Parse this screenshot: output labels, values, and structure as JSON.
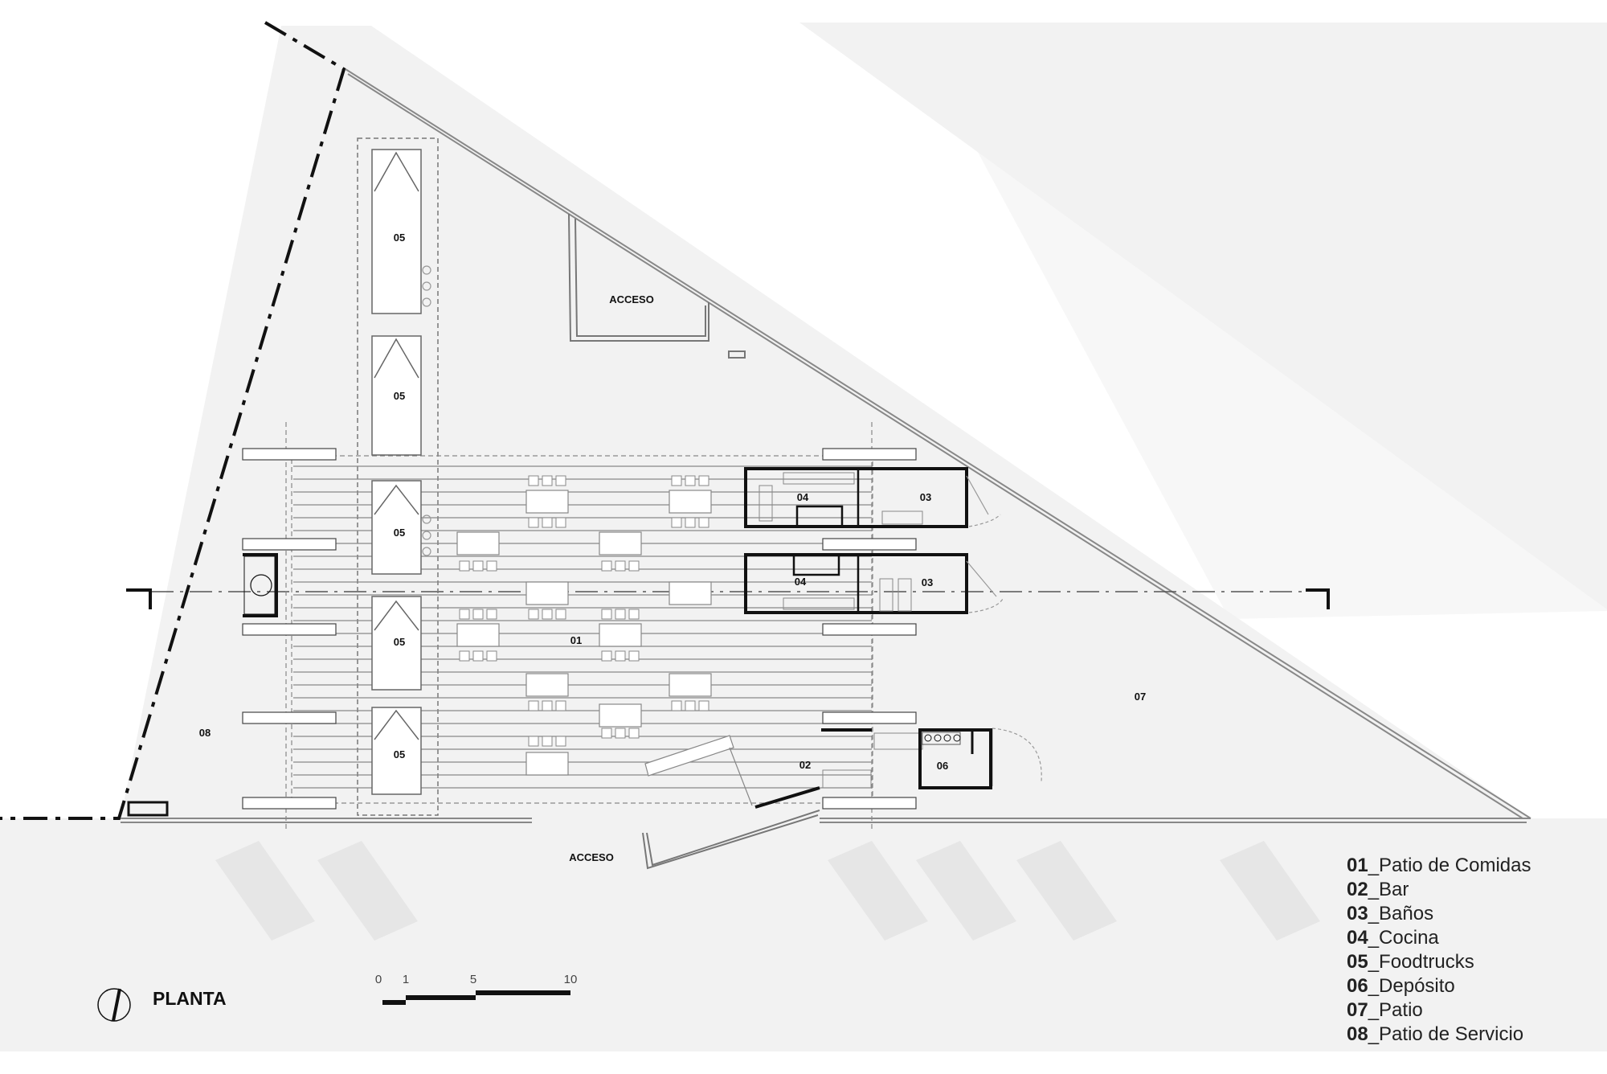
{
  "labels": {
    "acceso_top": "ACCESO",
    "acceso_bottom": "ACCESO",
    "patio_comidas": "01",
    "bar": "02",
    "banos_1": "03",
    "banos_2": "03",
    "cocina_1": "04",
    "cocina_2": "04",
    "foodtruck_1": "05",
    "foodtruck_2": "05",
    "foodtruck_3": "05",
    "foodtruck_4": "05",
    "foodtruck_5": "05",
    "deposito": "06",
    "patio": "07",
    "patio_servicio": "08"
  },
  "title": "PLANTA",
  "scale": {
    "ticks": [
      "0",
      "1",
      "5",
      "10"
    ]
  },
  "legend": [
    {
      "num": "01",
      "text": "_Patio de Comidas"
    },
    {
      "num": "02",
      "text": "_Bar"
    },
    {
      "num": "03",
      "text": "_Baños"
    },
    {
      "num": "04",
      "text": "_Cocina"
    },
    {
      "num": "05",
      "text": "_Foodtrucks"
    },
    {
      "num": "06",
      "text": "_Depósito"
    },
    {
      "num": "07",
      "text": "_Patio"
    },
    {
      "num": "08",
      "text": "_Patio de Servicio"
    }
  ],
  "colors": {
    "ground": "#f2f2f2",
    "line": "#222222",
    "parking": "#e6e6e6"
  }
}
